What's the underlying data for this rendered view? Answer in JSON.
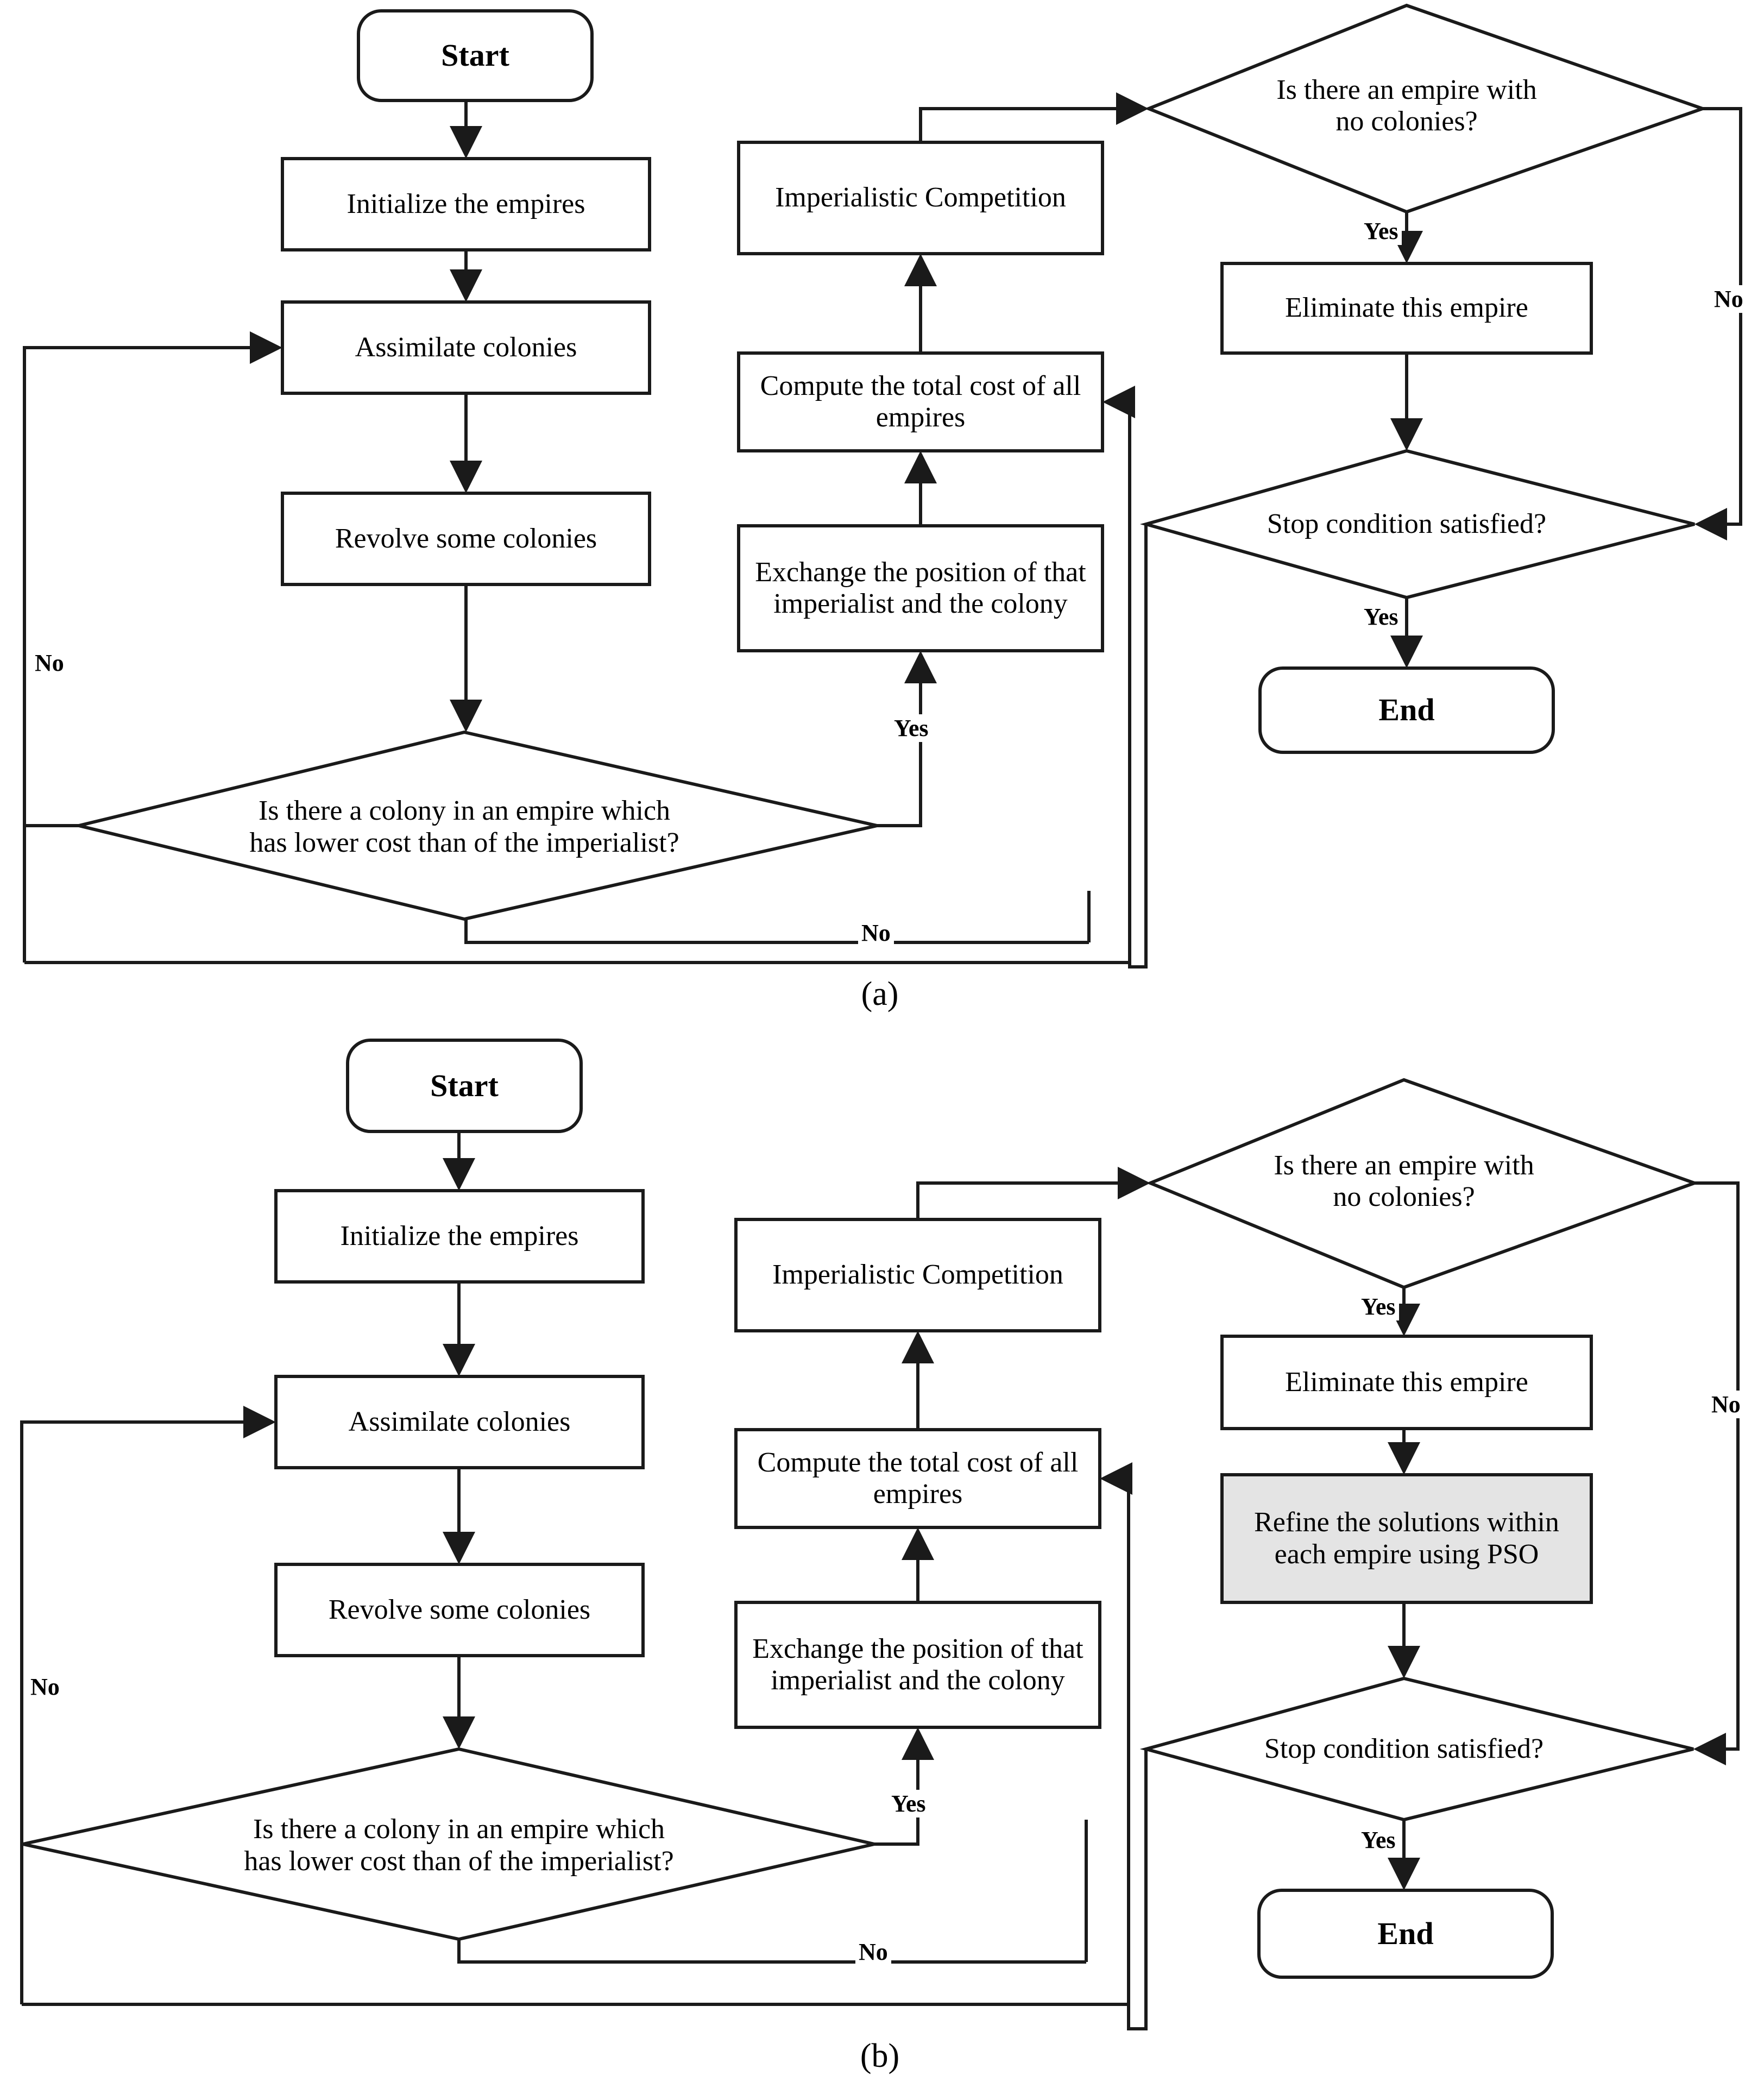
{
  "figure": {
    "type": "flowchart",
    "panels": [
      {
        "caption": "(a)",
        "caption_letter": "a",
        "nodes": [
          {
            "id": "start",
            "shape": "rounded-rect",
            "label": "Start",
            "bold": true
          },
          {
            "id": "init",
            "shape": "rect",
            "label": "Initialize the empires",
            "bold": false
          },
          {
            "id": "assimilate",
            "shape": "rect",
            "label": "Assimilate colonies",
            "bold": false
          },
          {
            "id": "revolve",
            "shape": "rect",
            "label": "Revolve some colonies",
            "bold": false
          },
          {
            "id": "colony-q",
            "shape": "diamond",
            "label": "Is there a colony in an empire which has lower cost than of the imperialist?",
            "bold": false
          },
          {
            "id": "exchange",
            "shape": "rect",
            "label": "Exchange the position of that imperialist and the colony",
            "bold": false
          },
          {
            "id": "totalcost",
            "shape": "rect",
            "label": "Compute the total cost of all empires",
            "bold": false
          },
          {
            "id": "compete",
            "shape": "rect",
            "label": "Imperialistic Competition",
            "bold": false
          },
          {
            "id": "empty-q",
            "shape": "diamond",
            "label": "Is there an empire with no colonies?",
            "bold": false
          },
          {
            "id": "eliminate",
            "shape": "rect",
            "label": "Eliminate this empire",
            "bold": false
          },
          {
            "id": "stop-q",
            "shape": "diamond",
            "label": "Stop condition satisfied?",
            "bold": false
          },
          {
            "id": "end",
            "shape": "rounded-rect",
            "label": "End",
            "bold": true
          }
        ],
        "edge_labels": [
          {
            "id": "colony-no",
            "text": "No"
          },
          {
            "id": "colony-no-2",
            "text": "No"
          },
          {
            "id": "colony-yes",
            "text": "Yes"
          },
          {
            "id": "empty-yes",
            "text": "Yes"
          },
          {
            "id": "empty-no",
            "text": "No"
          },
          {
            "id": "stop-yes",
            "text": "Yes"
          }
        ]
      },
      {
        "caption": "(b)",
        "caption_letter": "b",
        "nodes": [
          {
            "id": "start",
            "shape": "rounded-rect",
            "label": "Start",
            "bold": true
          },
          {
            "id": "init",
            "shape": "rect",
            "label": "Initialize the empires",
            "bold": false
          },
          {
            "id": "assimilate",
            "shape": "rect",
            "label": "Assimilate colonies",
            "bold": false
          },
          {
            "id": "revolve",
            "shape": "rect",
            "label": "Revolve some colonies",
            "bold": false
          },
          {
            "id": "colony-q",
            "shape": "diamond",
            "label": "Is there a colony in an empire which has lower cost than of the imperialist?",
            "bold": false
          },
          {
            "id": "exchange",
            "shape": "rect",
            "label": "Exchange the position of that imperialist and the colony",
            "bold": false
          },
          {
            "id": "totalcost",
            "shape": "rect",
            "label": "Compute the total cost of all empires",
            "bold": false
          },
          {
            "id": "compete",
            "shape": "rect",
            "label": "Imperialistic Competition",
            "bold": false
          },
          {
            "id": "empty-q",
            "shape": "diamond",
            "label": "Is there an empire with no colonies?",
            "bold": false
          },
          {
            "id": "eliminate",
            "shape": "rect",
            "label": "Eliminate this empire",
            "bold": false
          },
          {
            "id": "pso",
            "shape": "rect",
            "label": "Refine the solutions within each empire using PSO",
            "bold": false,
            "highlight": true
          },
          {
            "id": "stop-q",
            "shape": "diamond",
            "label": "Stop condition satisfied?",
            "bold": false
          },
          {
            "id": "end",
            "shape": "rounded-rect",
            "label": "End",
            "bold": true
          }
        ],
        "edge_labels": [
          {
            "id": "colony-no",
            "text": "No"
          },
          {
            "id": "colony-no-2",
            "text": "No"
          },
          {
            "id": "colony-yes",
            "text": "Yes"
          },
          {
            "id": "empty-yes",
            "text": "Yes"
          },
          {
            "id": "empty-no",
            "text": "No"
          },
          {
            "id": "stop-yes",
            "text": "Yes"
          }
        ]
      }
    ],
    "colors": {
      "stroke": "#1a1a1a",
      "node_fill": "#ffffff",
      "highlight_fill": "#e4e4e4",
      "text": "#000000",
      "background": "#ffffff"
    }
  }
}
